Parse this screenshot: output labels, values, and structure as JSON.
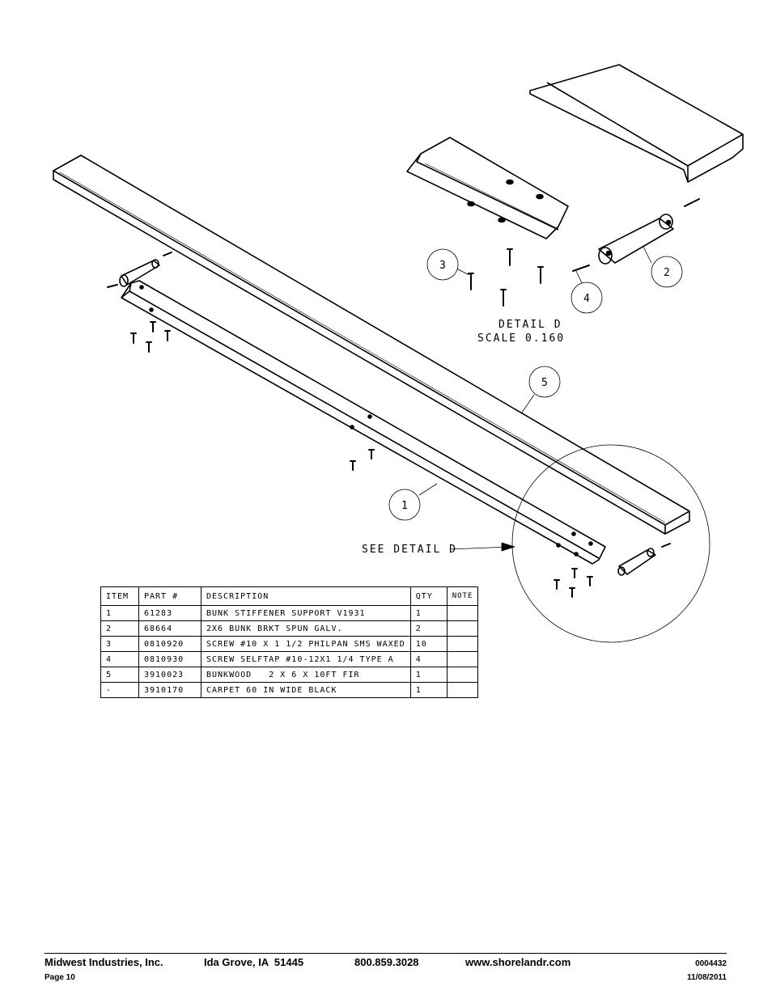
{
  "drawing": {
    "detail_title": "DETAIL  D",
    "detail_scale": "SCALE  0.160",
    "see_detail": "SEE DETAIL  D",
    "balloons": [
      "1",
      "2",
      "3",
      "4",
      "5"
    ]
  },
  "bom": {
    "headers": [
      "ITEM",
      "PART #",
      "DESCRIPTION",
      "QTY",
      "NOTE"
    ],
    "rows": [
      {
        "item": "1",
        "part": "61283",
        "desc": "BUNK STIFFENER SUPPORT V1931",
        "qty": "1",
        "note": ""
      },
      {
        "item": "2",
        "part": "68664",
        "desc": "2X6 BUNK BRKT SPUN GALV.",
        "qty": "2",
        "note": ""
      },
      {
        "item": "3",
        "part": "0810920",
        "desc": "SCREW #10 X 1 1/2 PHILPAN SMS WAXED",
        "qty": "10",
        "note": ""
      },
      {
        "item": "4",
        "part": "0810930",
        "desc": "SCREW SELFTAP #10-12X1 1/4 TYPE A",
        "qty": "4",
        "note": ""
      },
      {
        "item": "5",
        "part": "3910023",
        "desc": "BUNKWOOD   2 X 6 X 10FT FIR",
        "qty": "1",
        "note": ""
      },
      {
        "item": "-",
        "part": "3910170",
        "desc": "CARPET 60 IN WIDE BLACK",
        "qty": "1",
        "note": ""
      }
    ]
  },
  "footer": {
    "company": "Midwest Industries, Inc.",
    "location": "Ida Grove, IA  51445",
    "phone": "800.859.3028",
    "website": "www.shorelandr.com",
    "doc_number": "0004432",
    "page": "Page 10",
    "date": "11/08/2011"
  }
}
